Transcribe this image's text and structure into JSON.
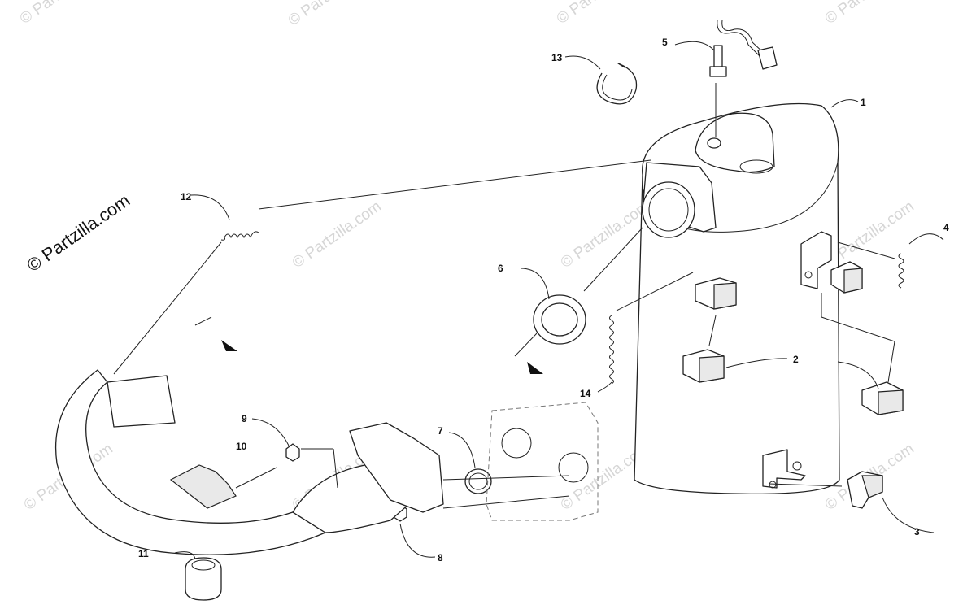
{
  "watermark_main": "© Partzilla.com",
  "watermark_repeat": "© Partzilla.com",
  "callouts": {
    "c1": "1",
    "c2": "2",
    "c3": "3",
    "c4": "4",
    "c5": "5",
    "c6": "6",
    "c7": "7",
    "c8": "8",
    "c9": "9",
    "c10": "10",
    "c11": "11",
    "c12": "12",
    "c13": "13",
    "c14": "14"
  },
  "colors": {
    "line": "#222222",
    "watermark": "#d6d6d6",
    "background": "#ffffff"
  }
}
